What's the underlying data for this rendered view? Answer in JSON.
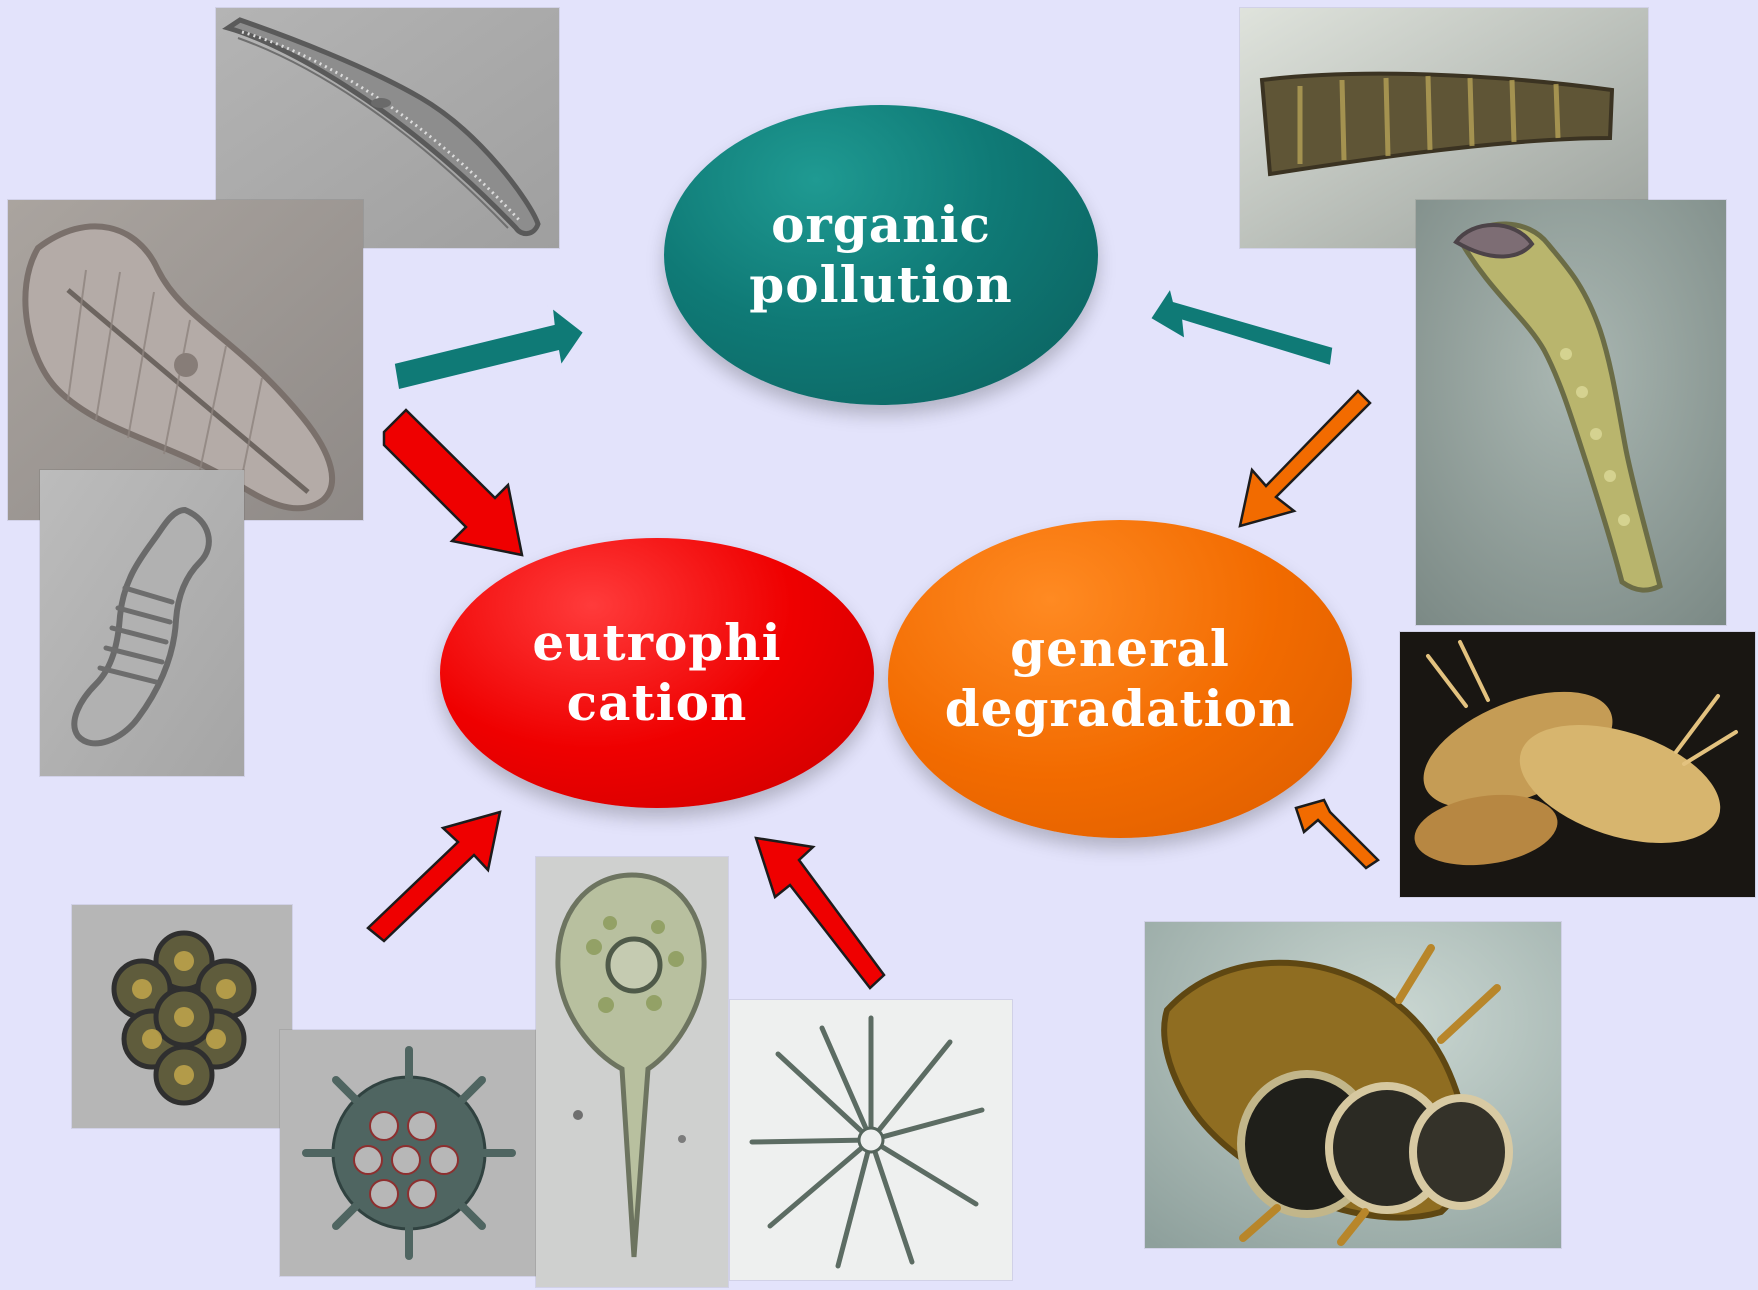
{
  "diagram": {
    "background": "#e3e3fb",
    "nodes": {
      "organic_pollution": {
        "line1": "organic",
        "line2": "pollution",
        "color": "#0f7a76"
      },
      "eutrophication": {
        "line1": "eutrophi",
        "line2": "cation",
        "color": "#ef0000"
      },
      "general_degradation": {
        "line1": "general",
        "line2": "degradation",
        "color": "#f26b00"
      }
    },
    "arrow_colors": {
      "teal": "#0f7a76",
      "red": "#ef0000",
      "orange": "#f26b00"
    }
  }
}
